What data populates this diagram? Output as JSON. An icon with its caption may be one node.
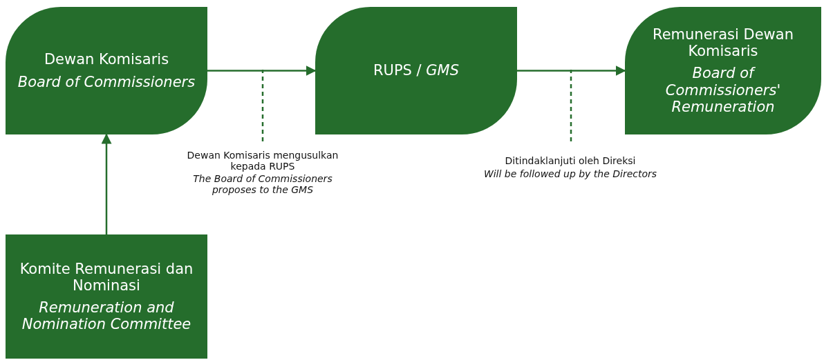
{
  "diagram": {
    "nodes": [
      {
        "text": [
          "Dewan Komisaris",
          "Board of Commissioners"
        ]
      },
      {
        "text": [
          "RUPS / *GMS*"
        ]
      },
      {
        "text": [
          "Remunerasi Dewan Komisaris",
          "Board of Commissioners' Remuneration"
        ]
      },
      {
        "text": [
          "Komite Remunerasi dan Nominasi",
          "Remuneration and Nomination Committee"
        ]
      },
      {
        "text": [
          "Dewan Komisaris mengusulkan kepada RUPS",
          "The Board of Commissioners proposes to the GMS"
        ]
      },
      {
        "text": [
          "Ditindaklanjuti oleh Direksi",
          "Will be followed up by the Directors"
        ]
      }
    ],
    "edges": [
      {
        "from": 0,
        "to": 1,
        "arrow": "to"
      },
      {
        "from": 1,
        "to": 2,
        "arrow": "to"
      },
      {
        "from": 3,
        "to": 0,
        "arrow": "to"
      },
      {
        "from": 4,
        "to": null,
        "arrow": "none",
        "style": "dashed"
      },
      {
        "from": 5,
        "to": null,
        "arrow": "none",
        "style": "dashed"
      }
    ]
  }
}
